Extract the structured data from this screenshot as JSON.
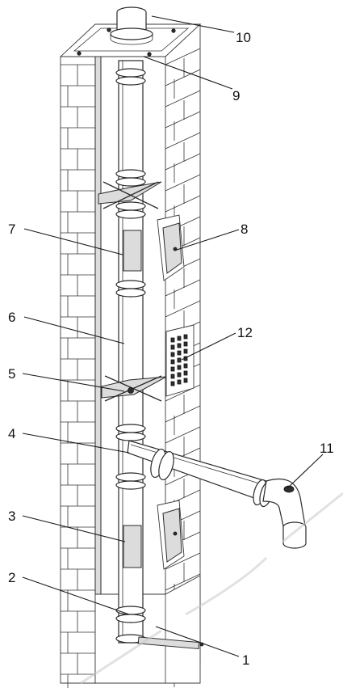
{
  "diagram": {
    "callouts": [
      {
        "id": "c1",
        "label": "1"
      },
      {
        "id": "c2",
        "label": "2"
      },
      {
        "id": "c3",
        "label": "3"
      },
      {
        "id": "c4",
        "label": "4"
      },
      {
        "id": "c5",
        "label": "5"
      },
      {
        "id": "c6",
        "label": "6"
      },
      {
        "id": "c7",
        "label": "7"
      },
      {
        "id": "c8",
        "label": "8"
      },
      {
        "id": "c9",
        "label": "9"
      },
      {
        "id": "c10",
        "label": "10"
      },
      {
        "id": "c11",
        "label": "11"
      },
      {
        "id": "c12",
        "label": "12"
      }
    ],
    "colors": {
      "line": "#2a2a2a",
      "shade": "#dcdcdc",
      "background": "#ffffff",
      "watermark": "#c9c9c9"
    }
  }
}
